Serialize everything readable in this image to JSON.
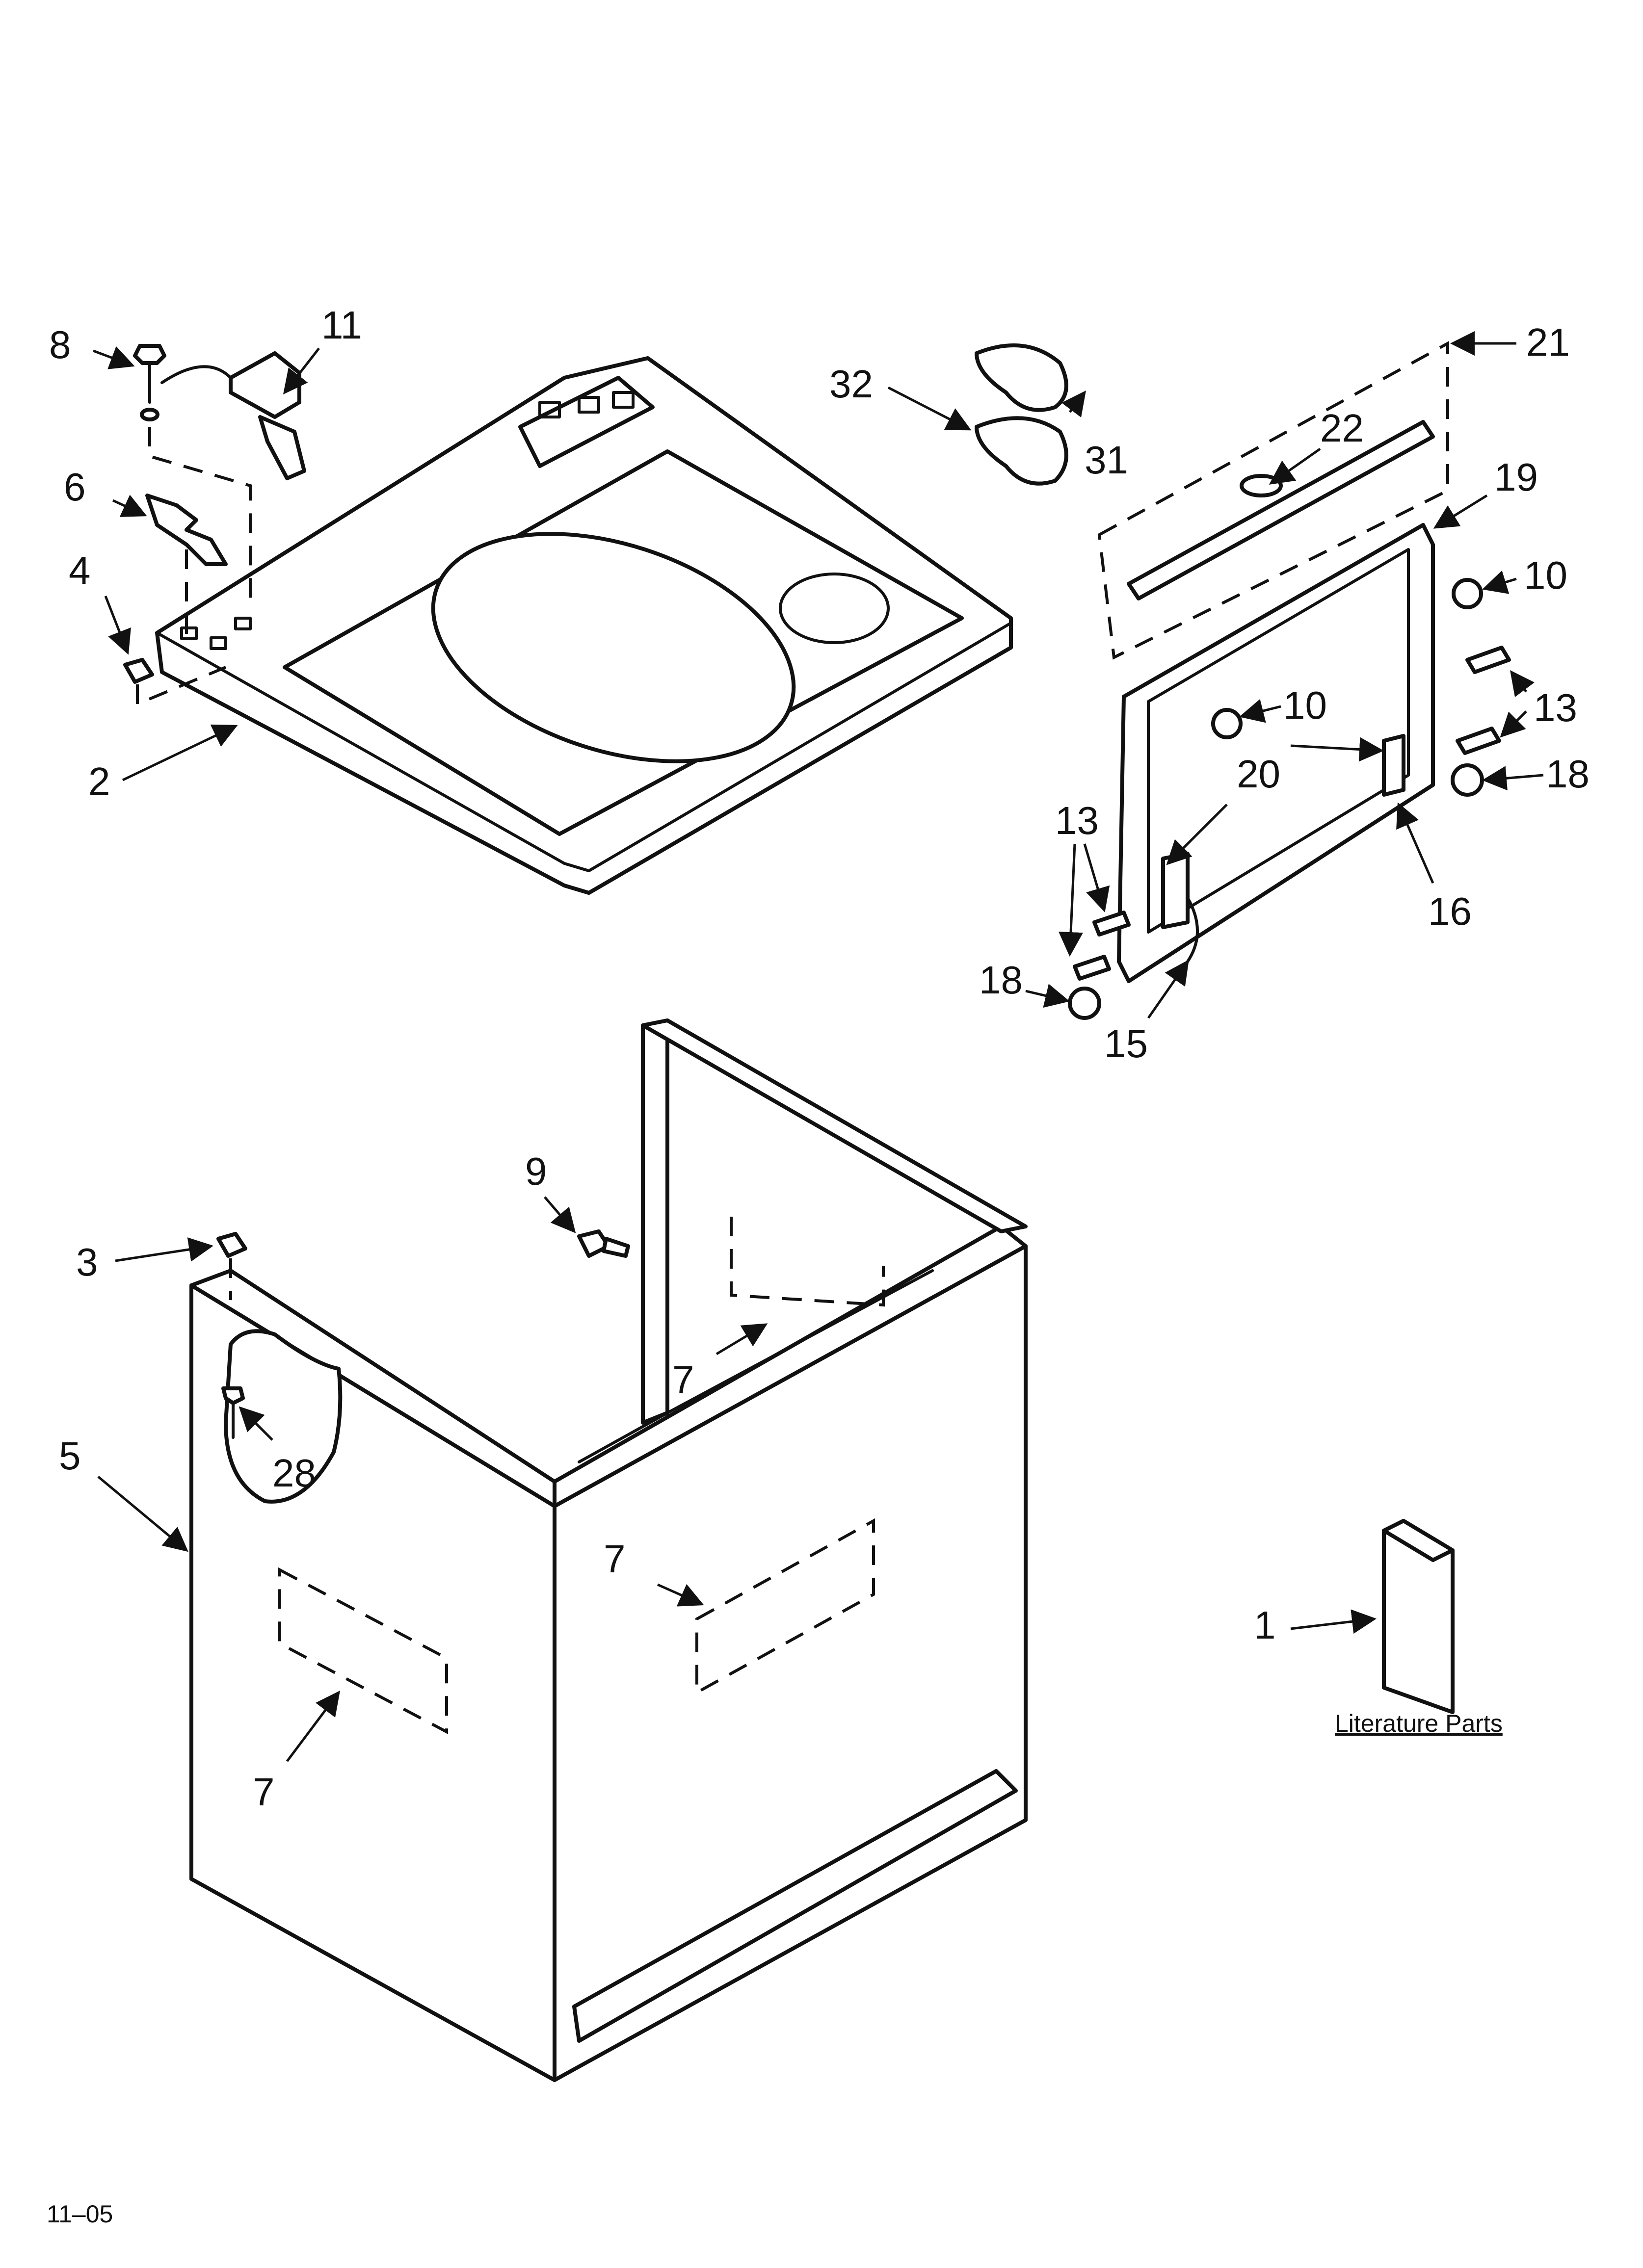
{
  "callouts": [
    {
      "id": "c-8",
      "text": "8"
    },
    {
      "id": "c-11",
      "text": "11"
    },
    {
      "id": "c-6",
      "text": "6"
    },
    {
      "id": "c-4",
      "text": "4"
    },
    {
      "id": "c-2",
      "text": "2"
    },
    {
      "id": "c-32",
      "text": "32"
    },
    {
      "id": "c-31",
      "text": "31"
    },
    {
      "id": "c-21",
      "text": "21"
    },
    {
      "id": "c-22",
      "text": "22"
    },
    {
      "id": "c-19",
      "text": "19"
    },
    {
      "id": "c-10a",
      "text": "10"
    },
    {
      "id": "c-10b",
      "text": "10"
    },
    {
      "id": "c-13a",
      "text": "13"
    },
    {
      "id": "c-13b",
      "text": "13"
    },
    {
      "id": "c-18a",
      "text": "18"
    },
    {
      "id": "c-18b",
      "text": "18"
    },
    {
      "id": "c-20",
      "text": "20"
    },
    {
      "id": "c-16",
      "text": "16"
    },
    {
      "id": "c-15",
      "text": "15"
    },
    {
      "id": "c-9",
      "text": "9"
    },
    {
      "id": "c-3",
      "text": "3"
    },
    {
      "id": "c-5",
      "text": "5"
    },
    {
      "id": "c-28",
      "text": "28"
    },
    {
      "id": "c-7a",
      "text": "7"
    },
    {
      "id": "c-7b",
      "text": "7"
    },
    {
      "id": "c-7c",
      "text": "7"
    },
    {
      "id": "c-1",
      "text": "1"
    }
  ],
  "literature_label": "Literature Parts",
  "footer_code": "11–05"
}
